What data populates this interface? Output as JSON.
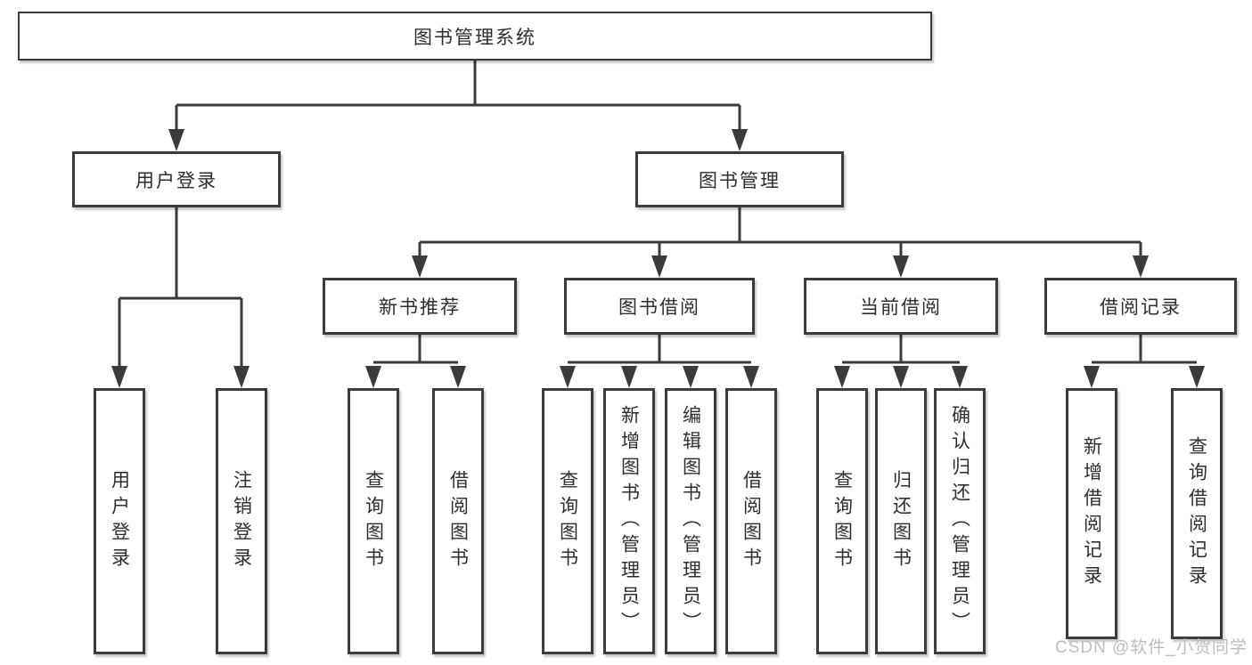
{
  "diagram": {
    "root": {
      "label": "图书管理系统"
    },
    "user_login": {
      "label": "用户登录",
      "children": [
        {
          "label": "用户登录"
        },
        {
          "label": "注销登录"
        }
      ]
    },
    "book_management": {
      "label": "图书管理",
      "children": [
        {
          "label": "新书推荐",
          "children": [
            {
              "label": "查询图书"
            },
            {
              "label": "借阅图书"
            }
          ]
        },
        {
          "label": "图书借阅",
          "children": [
            {
              "label": "查询图书"
            },
            {
              "label": "新增图书（管理员）"
            },
            {
              "label": "编辑图书（管理员）"
            },
            {
              "label": "借阅图书"
            }
          ]
        },
        {
          "label": "当前借阅",
          "children": [
            {
              "label": "查询图书"
            },
            {
              "label": "归还图书"
            },
            {
              "label": "确认归还（管理员）"
            }
          ]
        },
        {
          "label": "借阅记录",
          "children": [
            {
              "label": "新增借阅记录"
            },
            {
              "label": "查询借阅记录"
            }
          ]
        }
      ]
    }
  },
  "watermark": {
    "text": "CSDN @软件_小贺同学"
  },
  "colors": {
    "line": "#3b3b3b",
    "text": "#2e2e2e",
    "watermark_text": "#bdbdbd",
    "background": "#ffffff"
  }
}
